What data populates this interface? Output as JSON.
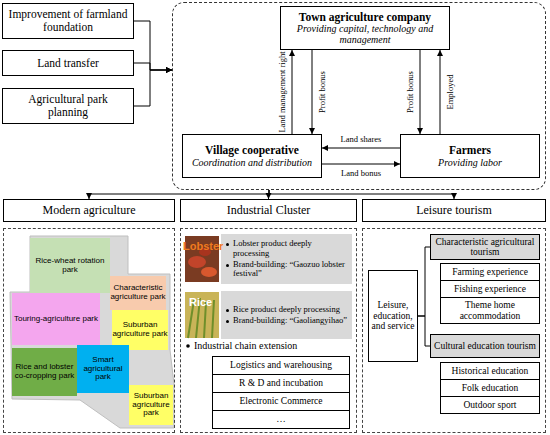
{
  "diagram": {
    "nodes": [
      {
        "text": [
          "Improvement of farmland foundation"
        ]
      },
      {
        "text": [
          "Land transfer"
        ]
      },
      {
        "text": [
          "Agricultural park planning"
        ]
      },
      {
        "text": []
      },
      {
        "text": [
          "Town agriculture company",
          "Providing capital, technology and management"
        ],
        "in": 3
      },
      {
        "text": [
          "Village cooperative",
          "Coordination and distribution"
        ],
        "in": 3
      },
      {
        "text": [
          "Farmers",
          "Providing labor"
        ],
        "in": 3
      },
      {
        "text": [
          "Modern agriculture"
        ]
      },
      {
        "text": [
          "Industrial Cluster"
        ]
      },
      {
        "text": [
          "Leisure tourism"
        ]
      },
      {
        "text": []
      },
      {
        "text": [
          "Rice-wheat rotation park"
        ],
        "in": 10
      },
      {
        "text": [
          "Characteristic agriculture park"
        ],
        "in": 10
      },
      {
        "text": [
          "Touring-agriculture park"
        ],
        "in": 10
      },
      {
        "text": [
          "Suburban agriculture park"
        ],
        "in": 10
      },
      {
        "text": [
          "Rice and lobster co-cropping park"
        ],
        "in": 10
      },
      {
        "text": [
          "Smart agricultural park"
        ],
        "in": 10
      },
      {
        "text": [
          "Suburban agriculture park"
        ],
        "in": 10
      },
      {
        "text": []
      },
      {
        "text": [
          "Lobster product deeply processing",
          "Brand-building: “Gaozuo lobster festival”"
        ],
        "in": 18
      },
      {
        "text": [
          "Rice product deeply processing",
          "Brand-building: “Gaoliangyihao”"
        ],
        "in": 18
      },
      {
        "text": [
          "Logistics and warehousing"
        ],
        "in": 18
      },
      {
        "text": [
          "R & D and incubation"
        ],
        "in": 18
      },
      {
        "text": [
          "Electronic Commerce"
        ],
        "in": 18
      },
      {
        "text": [
          "…"
        ],
        "in": 18
      },
      {
        "text": []
      },
      {
        "text": [
          "Leisure, education, and service"
        ],
        "in": 25
      },
      {
        "text": [
          "Characteristic agricultural tourism"
        ],
        "in": 25
      },
      {
        "text": [
          "Farming experience"
        ],
        "in": 25
      },
      {
        "text": [
          "Fishing experience"
        ],
        "in": 25
      },
      {
        "text": [
          "Theme home accommodation"
        ],
        "in": 25
      },
      {
        "text": [
          "Cultural education tourism"
        ],
        "in": 25
      },
      {
        "text": [
          "Historical education"
        ],
        "in": 25
      },
      {
        "text": [
          "Folk education"
        ],
        "in": 25
      },
      {
        "text": [
          "Outdoor sport"
        ],
        "in": 25
      }
    ],
    "edges": [
      {
        "from": 0,
        "to": 3,
        "arrow": "to"
      },
      {
        "from": 1,
        "to": 3,
        "arrow": "to"
      },
      {
        "from": 2,
        "to": 3,
        "arrow": "to"
      },
      {
        "from": 5,
        "to": 4,
        "label": "Land management right",
        "arrow": "to"
      },
      {
        "from": 4,
        "to": 5,
        "label": "Profit bonus",
        "arrow": "to"
      },
      {
        "from": 4,
        "to": 6,
        "label": "Profit bonus",
        "arrow": "to"
      },
      {
        "from": 6,
        "to": 4,
        "label": "Employed",
        "arrow": "to"
      },
      {
        "from": 6,
        "to": 5,
        "label": "Land shares",
        "arrow": "to"
      },
      {
        "from": 5,
        "to": 6,
        "label": "Land bonus",
        "arrow": "to"
      },
      {
        "from": 3,
        "to": 7,
        "arrow": "to"
      },
      {
        "from": 3,
        "to": 8,
        "arrow": "to"
      },
      {
        "from": 3,
        "to": 9,
        "arrow": "to"
      },
      {
        "from": 26,
        "to": 27,
        "arrow": "none"
      },
      {
        "from": 26,
        "to": 31,
        "arrow": "none"
      }
    ],
    "labels": [
      "Lobster",
      "Rice",
      "Industrial chain extension"
    ]
  }
}
